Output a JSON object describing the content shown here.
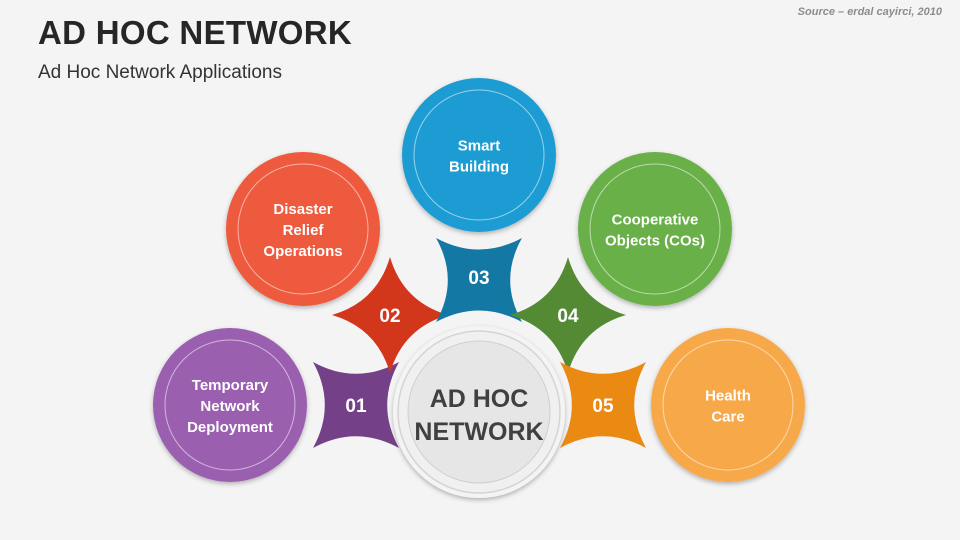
{
  "header": {
    "title": "AD HOC NETWORK",
    "subtitle": "Ad Hoc Network Applications",
    "source": "Source – erdal cayirci, 2010"
  },
  "center": {
    "lines": [
      "AD HOC",
      "NETWORK"
    ]
  },
  "items": [
    {
      "number": "01",
      "lines": [
        "Temporary",
        "Network",
        "Deployment"
      ],
      "color": "#9b5fb0",
      "dark": "#744087"
    },
    {
      "number": "02",
      "lines": [
        "Disaster",
        "Relief",
        "Operations"
      ],
      "color": "#ee5a3c",
      "dark": "#d2371c"
    },
    {
      "number": "03",
      "lines": [
        "Smart",
        "Building"
      ],
      "color": "#1e9cd3",
      "dark": "#1478a4"
    },
    {
      "number": "04",
      "lines": [
        "Cooperative",
        "Objects (COs)"
      ],
      "color": "#6ab04a",
      "dark": "#558a35"
    },
    {
      "number": "05",
      "lines": [
        "Health",
        "Care"
      ],
      "color": "#f7a94a",
      "dark": "#ea8a12"
    }
  ]
}
